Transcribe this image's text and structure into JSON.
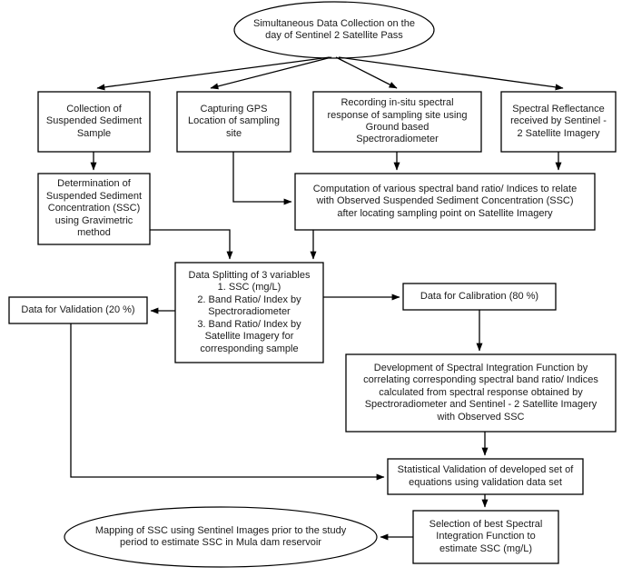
{
  "diagram": {
    "title": "Methodology flowchart for SSC estimation using Sentinel-2 imagery",
    "background_color": "#ffffff",
    "line_color": "#000000",
    "text_color": "#1a1a1a",
    "nodes": {
      "start": {
        "label": "Simultaneous Data Collection on the\nday of Sentinel 2 Satellite Pass",
        "shape": "ellipse"
      },
      "collection": {
        "label": "Collection of\nSuspended Sediment\nSample",
        "shape": "rect"
      },
      "gps": {
        "label": "Capturing GPS\nLocation of sampling\nsite",
        "shape": "rect"
      },
      "insitu": {
        "label": "Recording in-situ spectral\nresponse of sampling site using\nGround based\nSpectroradiometer",
        "shape": "rect"
      },
      "reflectance": {
        "label": "Spectral Reflectance\nreceived by Sentinel -\n2 Satellite Imagery",
        "shape": "rect"
      },
      "determination": {
        "label": "Determination of\nSuspended Sediment\nConcentration (SSC)\nusing Gravimetric\nmethod",
        "shape": "rect"
      },
      "computation": {
        "label": "Computation of various spectral band ratio/ Indices to relate\nwith Observed Suspended Sediment Concentration (SSC)\nafter locating sampling point on Satellite Imagery",
        "shape": "rect"
      },
      "splitting": {
        "label": "Data Splitting of 3 variables\n1. SSC (mg/L)\n2. Band Ratio/ Index by\nSpectroradiometer\n3. Band Ratio/ Index by\nSatellite Imagery for\ncorresponding sample",
        "shape": "rect"
      },
      "validation_data": {
        "label": "Data for Validation (20 %)",
        "shape": "rect"
      },
      "calibration_data": {
        "label": "Data for Calibration (80 %)",
        "shape": "rect"
      },
      "development": {
        "label": "Development of Spectral Integration Function by\ncorrelating corresponding spectral band ratio/ Indices\ncalculated from spectral response obtained by\nSpectroradiometer and Sentinel - 2 Satellite Imagery\nwith Observed SSC",
        "shape": "rect"
      },
      "statistical": {
        "label": "Statistical Validation of developed set of\nequations using validation data set",
        "shape": "rect"
      },
      "selection": {
        "label": "Selection of best Spectral\nIntegration Function to\nestimate SSC (mg/L)",
        "shape": "rect"
      },
      "mapping": {
        "label": "Mapping of SSC using Sentinel Images prior to the study\nperiod to estimate SSC in Mula dam reservoir",
        "shape": "ellipse"
      }
    },
    "edges": [
      {
        "from": "start",
        "to": "collection",
        "kind": "arrow"
      },
      {
        "from": "start",
        "to": "gps",
        "kind": "arrow"
      },
      {
        "from": "start",
        "to": "insitu",
        "kind": "arrow"
      },
      {
        "from": "start",
        "to": "reflectance",
        "kind": "arrow"
      },
      {
        "from": "collection",
        "to": "determination",
        "kind": "arrow"
      },
      {
        "from": "gps",
        "to": "computation",
        "kind": "arrow"
      },
      {
        "from": "insitu",
        "to": "computation",
        "kind": "arrow"
      },
      {
        "from": "reflectance",
        "to": "computation",
        "kind": "arrow"
      },
      {
        "from": "determination",
        "to": "splitting",
        "kind": "arrow"
      },
      {
        "from": "computation",
        "to": "splitting",
        "kind": "arrow"
      },
      {
        "from": "splitting",
        "to": "validation_data",
        "kind": "arrow"
      },
      {
        "from": "splitting",
        "to": "calibration_data",
        "kind": "arrow"
      },
      {
        "from": "calibration_data",
        "to": "development",
        "kind": "arrow"
      },
      {
        "from": "development",
        "to": "statistical",
        "kind": "arrow"
      },
      {
        "from": "validation_data",
        "to": "statistical",
        "kind": "arrow"
      },
      {
        "from": "statistical",
        "to": "selection",
        "kind": "arrow"
      },
      {
        "from": "selection",
        "to": "mapping",
        "kind": "arrow"
      }
    ]
  }
}
